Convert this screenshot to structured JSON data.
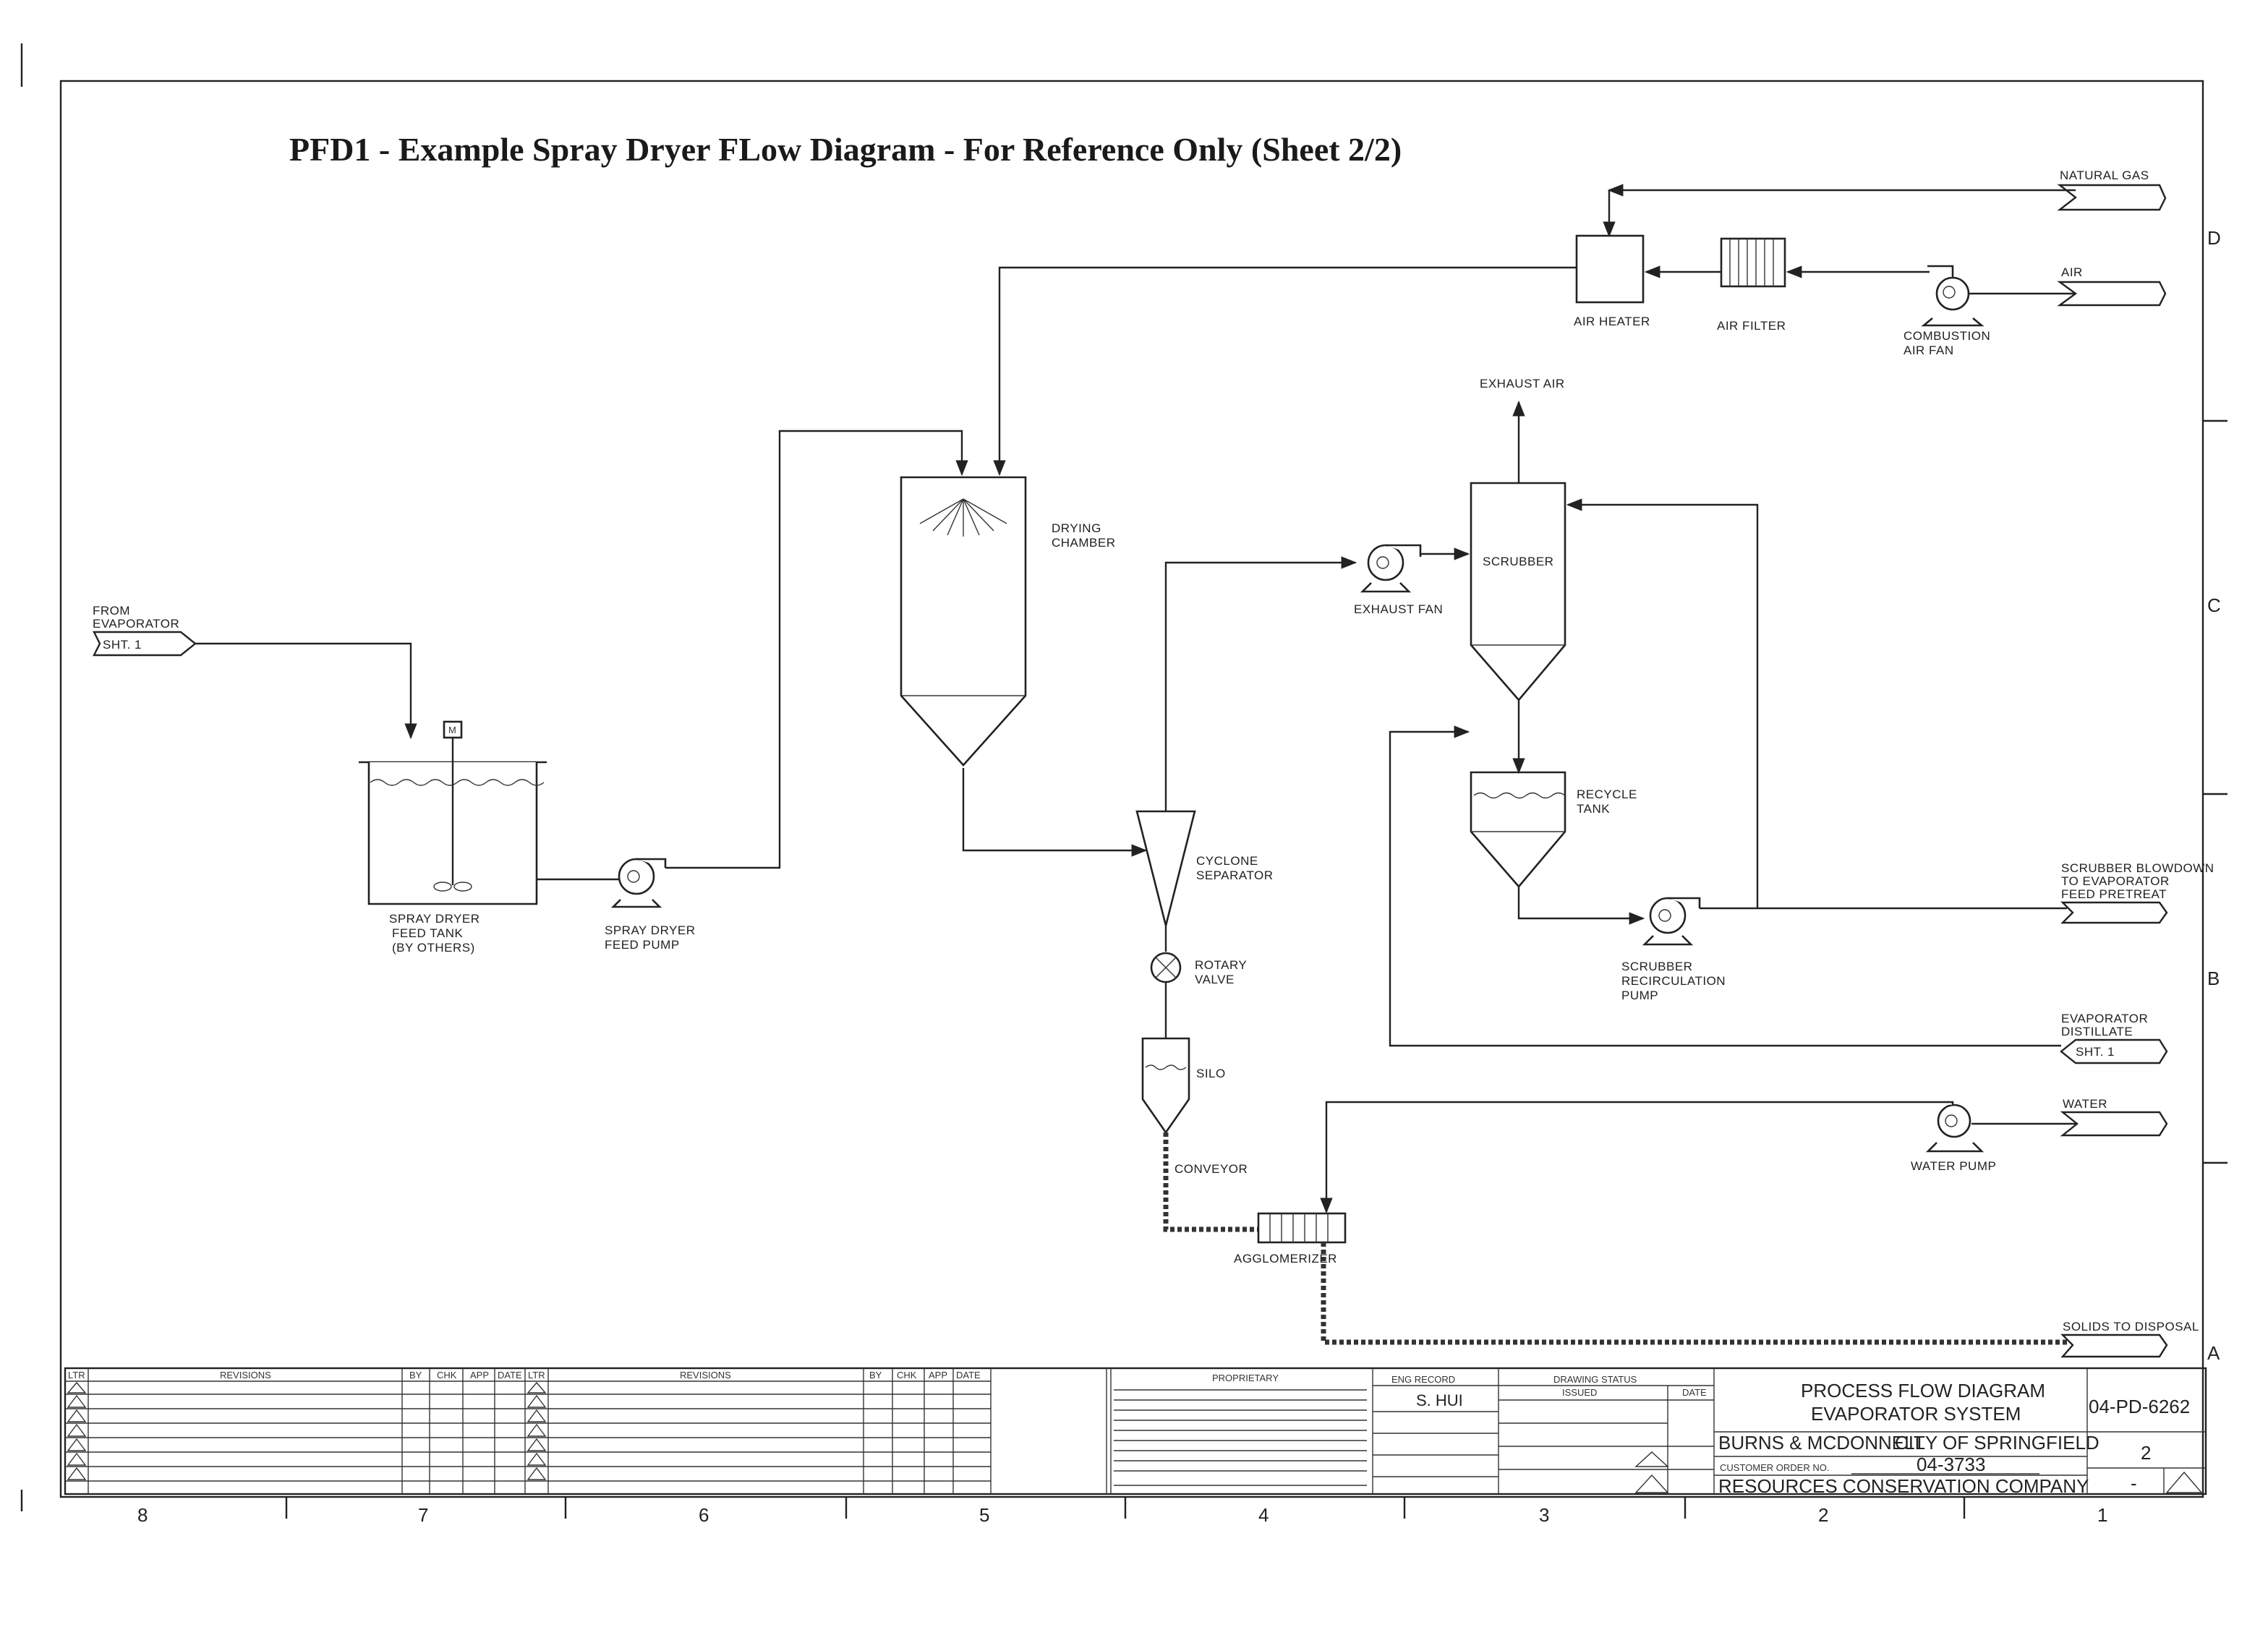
{
  "title": "PFD1 - Example Spray Dryer FLow Diagram - For Reference Only (Sheet 2/2)",
  "streams": {
    "natural_gas": "NATURAL GAS",
    "air": "AIR",
    "from_evap_1": "FROM",
    "from_evap_2": "EVAPORATOR",
    "sht1_in": "SHT. 1",
    "blowdown_1": "SCRUBBER BLOWDOWN",
    "blowdown_2": "TO EVAPORATOR",
    "blowdown_3": "FEED PRETREAT",
    "evap_dist_1": "EVAPORATOR",
    "evap_dist_2": "DISTILLATE",
    "sht1_out": "SHT. 1",
    "water": "WATER",
    "solids": "SOLIDS TO DISPOSAL",
    "exhaust_air": "EXHAUST AIR"
  },
  "equipment": {
    "air_heater": "AIR HEATER",
    "air_filter": "AIR FILTER",
    "comb_fan_1": "COMBUSTION",
    "comb_fan_2": "AIR FAN",
    "drying_1": "DRYING",
    "drying_2": "CHAMBER",
    "exhaust_fan": "EXHAUST FAN",
    "scrubber": "SCRUBBER",
    "recycle_1": "RECYCLE",
    "recycle_2": "TANK",
    "cyclone_1": "CYCLONE",
    "cyclone_2": "SEPARATOR",
    "rotary_1": "ROTARY",
    "rotary_2": "VALVE",
    "silo": "SILO",
    "conveyor": "CONVEYOR",
    "agglomerizer": "AGGLOMERIZER",
    "feed_tank_1": "SPRAY DRYER",
    "feed_tank_2": "FEED TANK",
    "feed_tank_3": "(BY OTHERS)",
    "feed_pump_1": "SPRAY DRYER",
    "feed_pump_2": "FEED PUMP",
    "scrub_pump_1": "SCRUBBER",
    "scrub_pump_2": "RECIRCULATION",
    "scrub_pump_3": "PUMP",
    "water_pump": "WATER PUMP",
    "motor": "M"
  },
  "zones": {
    "rows": [
      "D",
      "C",
      "B",
      "A"
    ],
    "cols": [
      "8",
      "7",
      "6",
      "5",
      "4",
      "3",
      "2",
      "1"
    ]
  },
  "title_block": {
    "ltr": "LTR",
    "revisions": "REVISIONS",
    "by": "BY",
    "chk": "CHK",
    "app": "APP",
    "date": "DATE",
    "proprietary": "PROPRIETARY",
    "eng_record": "ENG RECORD",
    "eng_name": "S. HUI",
    "drawing_status": "DRAWING STATUS",
    "issued": "ISSUED",
    "date2": "DATE",
    "pfd_1": "PROCESS FLOW DIAGRAM",
    "pfd_2": "EVAPORATOR SYSTEM",
    "company_1": "BURNS & MCDONNELL",
    "city": "CITY OF SPRINGFIELD",
    "order_label": "CUSTOMER ORDER NO.",
    "order_no": "04-3733",
    "company_2": "RESOURCES CONSERVATION COMPANY",
    "dwg_no": "04-PD-6262",
    "sheet_no": "2",
    "scale": "-"
  }
}
